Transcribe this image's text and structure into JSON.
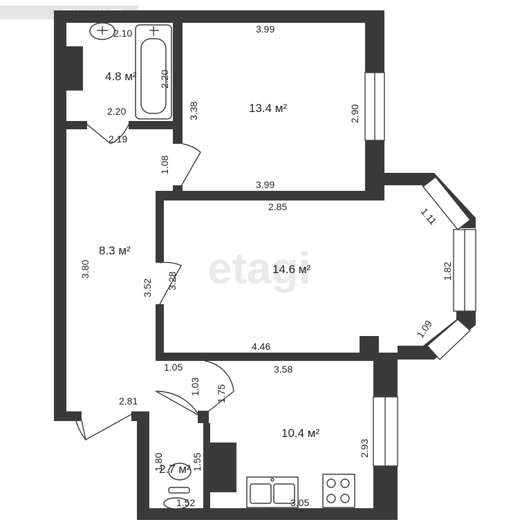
{
  "watermark_top": "ЕДВИЖИМОСТЬ",
  "watermark_center": "etagi",
  "rooms": [
    {
      "id": "bathroom",
      "area": "4.8 м²"
    },
    {
      "id": "bedroom",
      "area": "13.4 м²"
    },
    {
      "id": "hallway",
      "area": "8.3 м²"
    },
    {
      "id": "living-room",
      "area": "14.6 м²"
    },
    {
      "id": "kitchen",
      "area": "10.4 м²"
    },
    {
      "id": "toilet",
      "area": "2.7 м²"
    }
  ],
  "dimensions": {
    "bath_top": "2.10",
    "bath_tub_length": "2.20",
    "bath_bottom": "2.20",
    "bath_left_wall": "3.38",
    "bath_door": "2.19",
    "bedroom_top": "3.99",
    "bedroom_right": "2.90",
    "bedroom_bottom": "3.99",
    "bedroom_door": "1.08",
    "living_top": "2.85",
    "living_bay_top": "1.11",
    "living_bay_middle": "1.82",
    "living_bay_bottom": "1.09",
    "living_left": "3.52",
    "living_door": "3.28",
    "living_bottom": "4.46",
    "hall_left": "3.80",
    "hall_bottom": "2.81",
    "hall_bottom_right": "1.05",
    "toilet_door": "1.03",
    "kitchen_door": "1.75",
    "kitchen_top": "3.58",
    "kitchen_right": "2.93",
    "kitchen_bottom": "3.05",
    "toilet_left": "1.80",
    "toilet_right": "1.55",
    "toilet_bottom": "1.52"
  }
}
